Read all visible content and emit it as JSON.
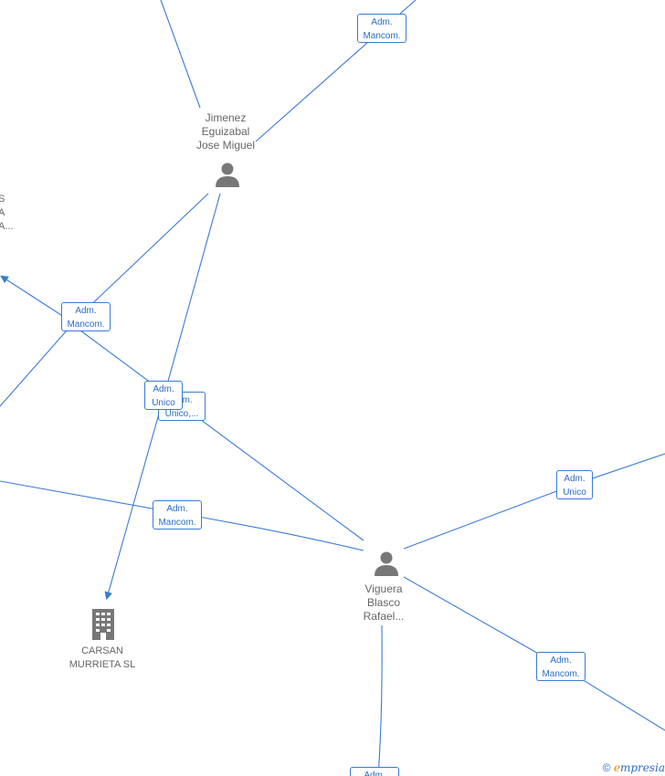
{
  "nodes": {
    "jimenez": {
      "lines": [
        "Jimenez",
        "Eguizabal",
        "Jose Miguel"
      ],
      "icon": "person-icon"
    },
    "viguera": {
      "lines": [
        "Viguera",
        "Blasco",
        "Rafael..."
      ],
      "icon": "person-icon"
    },
    "carsan": {
      "lines": [
        "CARSAN",
        "MURRIETA SL"
      ],
      "icon": "building-icon"
    },
    "offscreen_left": {
      "lines": [
        "S",
        "A",
        "A..."
      ]
    }
  },
  "roles": [
    {
      "id": "r1",
      "lines": [
        "Adm.",
        "Mancom."
      ]
    },
    {
      "id": "r2",
      "lines": [
        "Adm.",
        "Mancom."
      ]
    },
    {
      "id": "r3",
      "lines": [
        "Adm.",
        "Unico,..."
      ]
    },
    {
      "id": "r4",
      "lines": [
        "Adm.",
        "Unico"
      ]
    },
    {
      "id": "r5",
      "lines": [
        "Adm.",
        "Mancom."
      ]
    },
    {
      "id": "r6",
      "lines": [
        "Adm.",
        "Unico"
      ]
    },
    {
      "id": "r7",
      "lines": [
        "Adm.",
        "Mancom."
      ]
    },
    {
      "id": "r8",
      "lines": [
        "Adm.",
        ""
      ]
    }
  ],
  "footer": {
    "copyright": "©",
    "brand_first": "e",
    "brand_rest": "mpresia"
  },
  "colors": {
    "edge": "#3a7bd5",
    "role_text": "#2a6cc8",
    "node_text": "#666666",
    "icon": "#777777",
    "brand_e": "#e08a00"
  }
}
